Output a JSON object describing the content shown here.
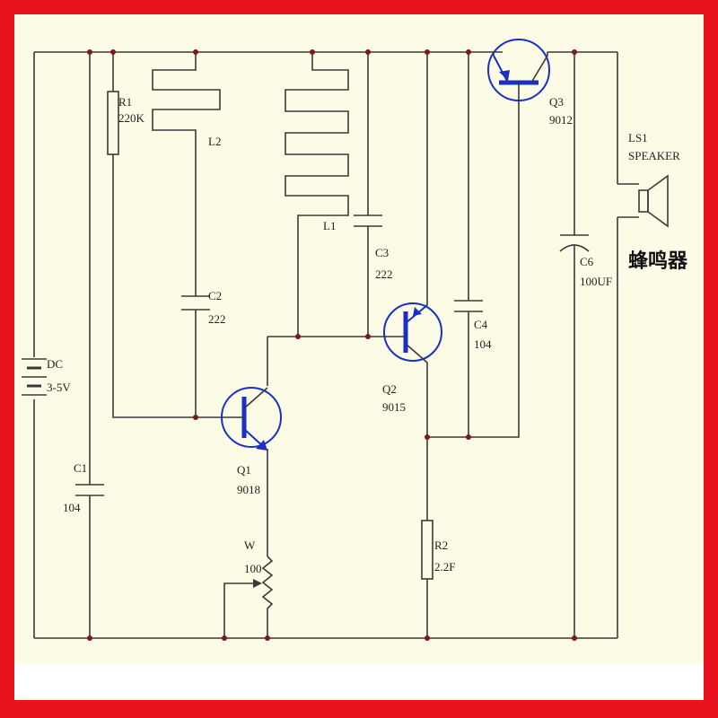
{
  "components": {
    "r1": {
      "ref": "R1",
      "value": "220K"
    },
    "l2": {
      "ref": "L2"
    },
    "l1": {
      "ref": "L1"
    },
    "c2": {
      "ref": "C2",
      "value": "222"
    },
    "c3": {
      "ref": "C3",
      "value": "222"
    },
    "c1": {
      "ref": "C1",
      "value": "104"
    },
    "c4": {
      "ref": "C4",
      "value": "104"
    },
    "c6": {
      "ref": "C6",
      "value": "100UF"
    },
    "q1": {
      "ref": "Q1",
      "value": "9018"
    },
    "q2": {
      "ref": "Q2",
      "value": "9015"
    },
    "q3": {
      "ref": "Q3",
      "value": "9012"
    },
    "dc": {
      "ref": "DC",
      "value": "3-5V"
    },
    "w": {
      "ref": "W",
      "value": "100"
    },
    "r2": {
      "ref": "R2",
      "value": "2.2F"
    },
    "ls1": {
      "ref": "LS1",
      "value": "SPEAKER"
    }
  },
  "buzzer_label": "蜂鸣器",
  "colors": {
    "frame": "#e8131c",
    "background": "#fbfbe6",
    "transistor": "#1a2fc8",
    "wire": "#3a3a3a"
  }
}
